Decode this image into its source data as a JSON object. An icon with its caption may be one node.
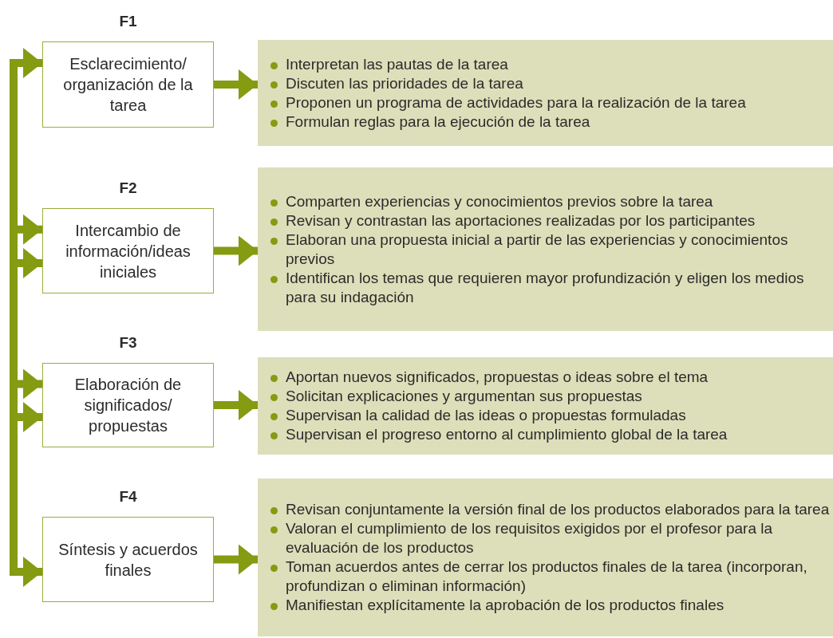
{
  "diagram": {
    "nodes": [
      {
        "text": [
          "F1",
          "Esclarecimiento/ organización de la tarea"
        ]
      },
      {
        "text": [
          "Interpretan las pautas de la tarea",
          "Discuten las prioridades de la tarea",
          "Proponen un programa de actividades para la realización de la tarea",
          "Formulan reglas para la ejecución de la tarea"
        ]
      },
      {
        "text": [
          "F2",
          "Intercambio de información/ideas iniciales"
        ]
      },
      {
        "text": [
          "Comparten experiencias y conocimientos previos sobre la tarea",
          "Revisan y contrastan las aportaciones realizadas por los participantes",
          "Elaboran una propuesta inicial a partir de las experiencias y conocimientos previos",
          "Identifican los temas que requieren mayor profundización y eligen los medios para su indagación"
        ]
      },
      {
        "text": [
          "F3",
          "Elaboración de significados/ propuestas"
        ]
      },
      {
        "text": [
          "Aportan nuevos significados, propuestas o ideas sobre el tema",
          "Solicitan explicaciones y argumentan sus propuestas",
          "Supervisan la calidad de las ideas o propuestas formuladas",
          "Supervisan el progreso entorno al cumplimiento global de la tarea"
        ]
      },
      {
        "text": [
          "F4",
          "Síntesis y acuerdos finales"
        ]
      },
      {
        "text": [
          "Revisan conjuntamente la versión final de los productos elaborados para la tarea",
          "Valoran el cumplimiento de los requisitos exigidos por el profesor para la evaluación de los productos",
          "Toman acuerdos antes de cerrar los productos finales de la tarea (incorporan, profundizan o eliminan información)",
          "Manifiestan explícitamente la aprobación de los productos finales"
        ]
      }
    ],
    "edges": [
      {
        "from": 0,
        "to": 1,
        "arrow": "to"
      },
      {
        "from": 2,
        "to": 3,
        "arrow": "to"
      },
      {
        "from": 4,
        "to": 5,
        "arrow": "to"
      },
      {
        "from": 6,
        "to": 7,
        "arrow": "to"
      },
      {
        "from": 0,
        "to": 2,
        "arrow": "both"
      },
      {
        "from": 2,
        "to": 4,
        "arrow": "both"
      },
      {
        "from": 4,
        "to": 6,
        "arrow": "both"
      }
    ]
  }
}
